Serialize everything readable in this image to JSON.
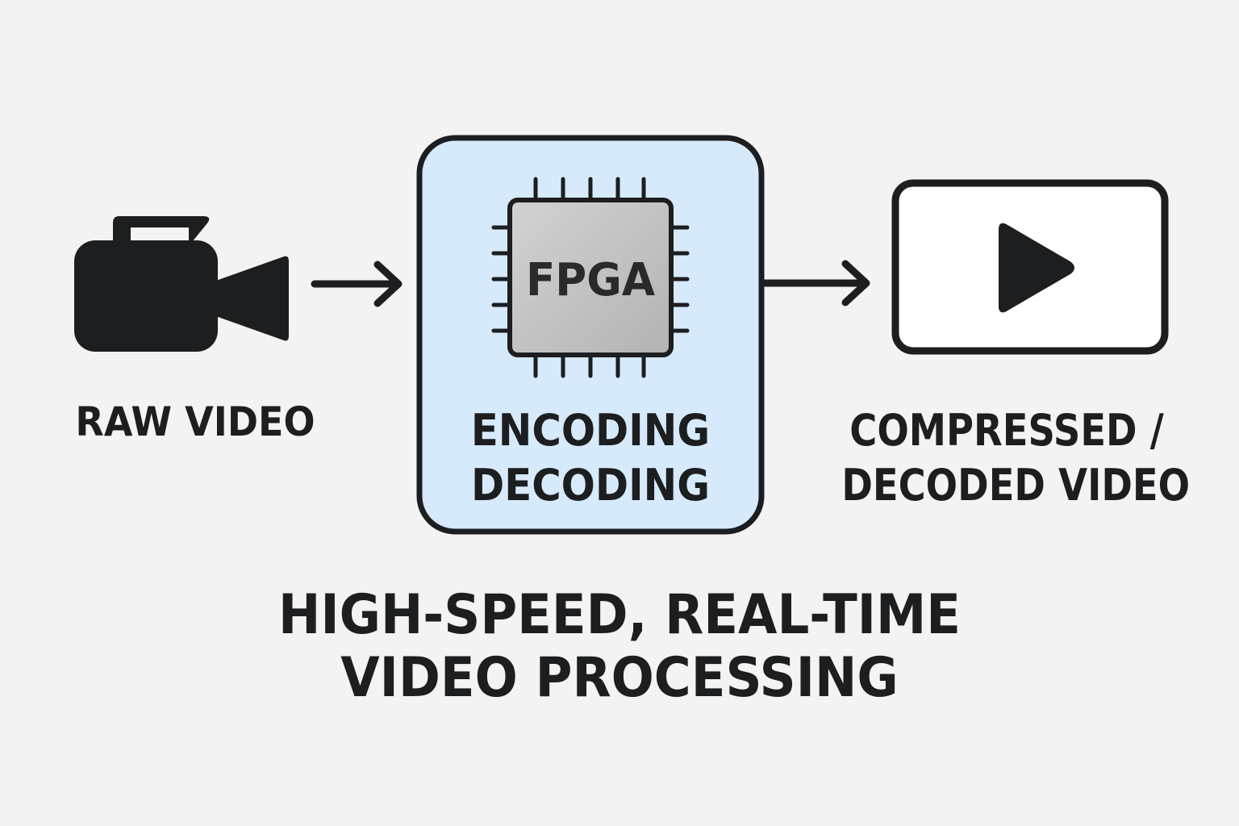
{
  "stages": {
    "input": {
      "label": "RAW VIDEO",
      "icon": "video-camera-icon"
    },
    "processor": {
      "chip_label": "FPGA",
      "label_line1": "ENCODING",
      "label_line2": "DECODING",
      "icon": "chip-icon",
      "box_color": "#d6eafc"
    },
    "output": {
      "label_line1": "COMPRESSED /",
      "label_line2": "DECODED VIDEO",
      "icon": "play-screen-icon"
    }
  },
  "caption": {
    "line1": "HIGH-SPEED, REAL-TIME",
    "line2": "VIDEO PROCESSING"
  },
  "colors": {
    "ink": "#1c1e20",
    "background": "#f3f3f3",
    "chip_fill": "#bfbfbf"
  }
}
